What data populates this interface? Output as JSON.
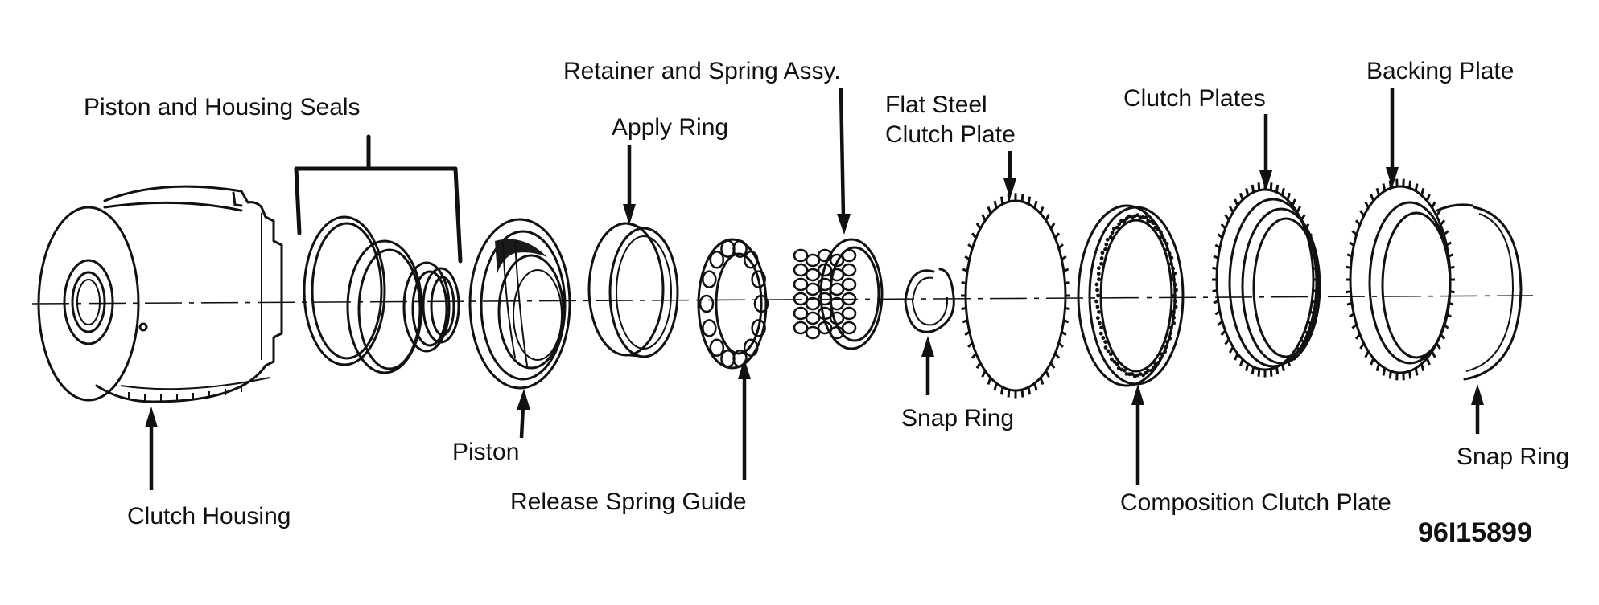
{
  "labels": {
    "piston_and_housing_seals": "Piston and Housing Seals",
    "clutch_housing": "Clutch Housing",
    "piston": "Piston",
    "apply_ring": "Apply Ring",
    "release_spring_guide": "Release Spring Guide",
    "retainer_and_spring_assy": "Retainer and Spring Assy.",
    "flat_steel_line1": "Flat Steel",
    "flat_steel_line2": "Clutch Plate",
    "snap_ring_inner": "Snap Ring",
    "composition_clutch_plate": "Composition Clutch Plate",
    "clutch_plates": "Clutch Plates",
    "backing_plate": "Backing Plate",
    "snap_ring_outer": "Snap Ring"
  },
  "figure_number": "96I15899"
}
